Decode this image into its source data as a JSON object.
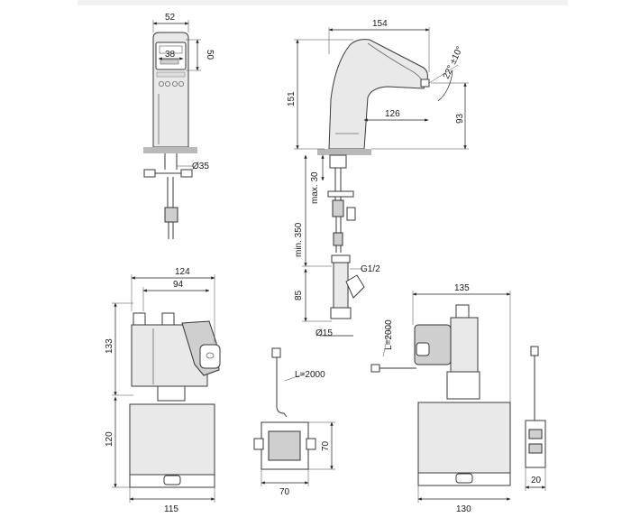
{
  "drawing": {
    "front_view": {
      "width": "52",
      "height_display": "50",
      "display_width": "38",
      "shank_diameter": "Ø35"
    },
    "side_view": {
      "length": "154",
      "height": "151",
      "reach": "126",
      "spout_height": "93",
      "angle": "22° ±10°",
      "min_depth": "min. 350",
      "max_thickness": "max. 30",
      "thread": "G1/2",
      "valve_height": "85",
      "hose_diameter": "Ø15"
    },
    "control_box": {
      "width_total": "124",
      "width_inner": "94",
      "height_top": "133",
      "height_bottom": "120",
      "width_bottom": "115"
    },
    "power_unit": {
      "cable_length": "L=2000",
      "width": "70",
      "height": "70"
    },
    "battery_box": {
      "width_top": "135",
      "cable_length": "L=2000",
      "width_bottom": "130",
      "connector_width": "20"
    }
  }
}
